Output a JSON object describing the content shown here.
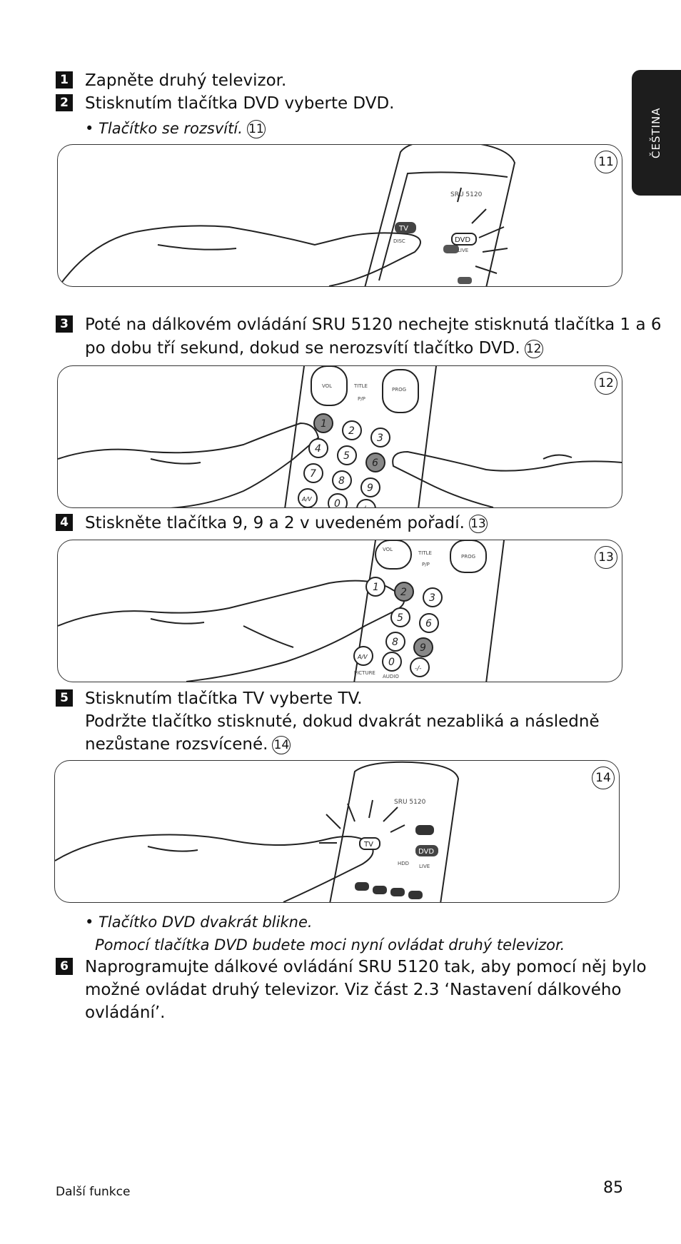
{
  "side_tab": {
    "label": "ČEŠTINA"
  },
  "steps": {
    "s1": {
      "num": "1",
      "text": "Zapněte druhý televizor."
    },
    "s2": {
      "num": "2",
      "text": "Stisknutím tlačítka DVD vyberte DVD.",
      "note": "• Tlačítko se rozsvítí.",
      "ref": "11"
    },
    "s3": {
      "num": "3",
      "line1": "Poté na dálkovém ovládání SRU 5120 nechejte stisknutá tlačítka 1 a 6",
      "line2": "po dobu tří sekund, dokud se nerozsvítí tlačítko DVD.",
      "ref": "12"
    },
    "s4": {
      "num": "4",
      "text": "Stiskněte tlačítka 9, 9 a 2 v uvedeném pořadí.",
      "ref": "13"
    },
    "s5": {
      "num": "5",
      "line1": "Stisknutím tlačítka TV vyberte TV.",
      "line2": "Podržte tlačítko stisknuté, dokud dvakrát nezabliká a následně",
      "line3": "nezůstane rozsvícené.",
      "ref": "14",
      "note1": "• Tlačítko DVD dvakrát blikne.",
      "note2": "Pomocí tlačítka DVD budete moci nyní ovládat druhý televizor."
    },
    "s6": {
      "num": "6",
      "line1": "Naprogramujte dálkové ovládání SRU 5120 tak, aby pomocí něj bylo",
      "line2": "možné ovládat druhý televizor. Viz část 2.3 ‘Nastavení dálkového",
      "line3": "ovládání’."
    }
  },
  "figures": {
    "f11": {
      "num": "11",
      "model": "SRU 5120",
      "buttons": [
        "TV",
        "DVD"
      ],
      "small_labels": [
        "DISC",
        "LIVE"
      ]
    },
    "f12": {
      "num": "12",
      "keys": [
        "1",
        "2",
        "3",
        "4",
        "5",
        "6",
        "7",
        "8",
        "9",
        "A/V",
        "0",
        "-/-"
      ],
      "labels": [
        "VOL",
        "TITLE",
        "P/P",
        "PROG"
      ]
    },
    "f13": {
      "num": "13",
      "keys": [
        "1",
        "2",
        "3",
        "5",
        "6",
        "8",
        "9",
        "A/V",
        "0",
        "-/-"
      ],
      "labels": [
        "VOL",
        "TITLE",
        "P/P",
        "PROG",
        "PICTURE",
        "AUDIO"
      ]
    },
    "f14": {
      "num": "14",
      "model": "SRU 5120",
      "buttons": [
        "TV",
        "DVD"
      ],
      "small_labels": [
        "HDD",
        "LIVE"
      ]
    }
  },
  "footer": {
    "section": "Další funkce",
    "page": "85"
  }
}
